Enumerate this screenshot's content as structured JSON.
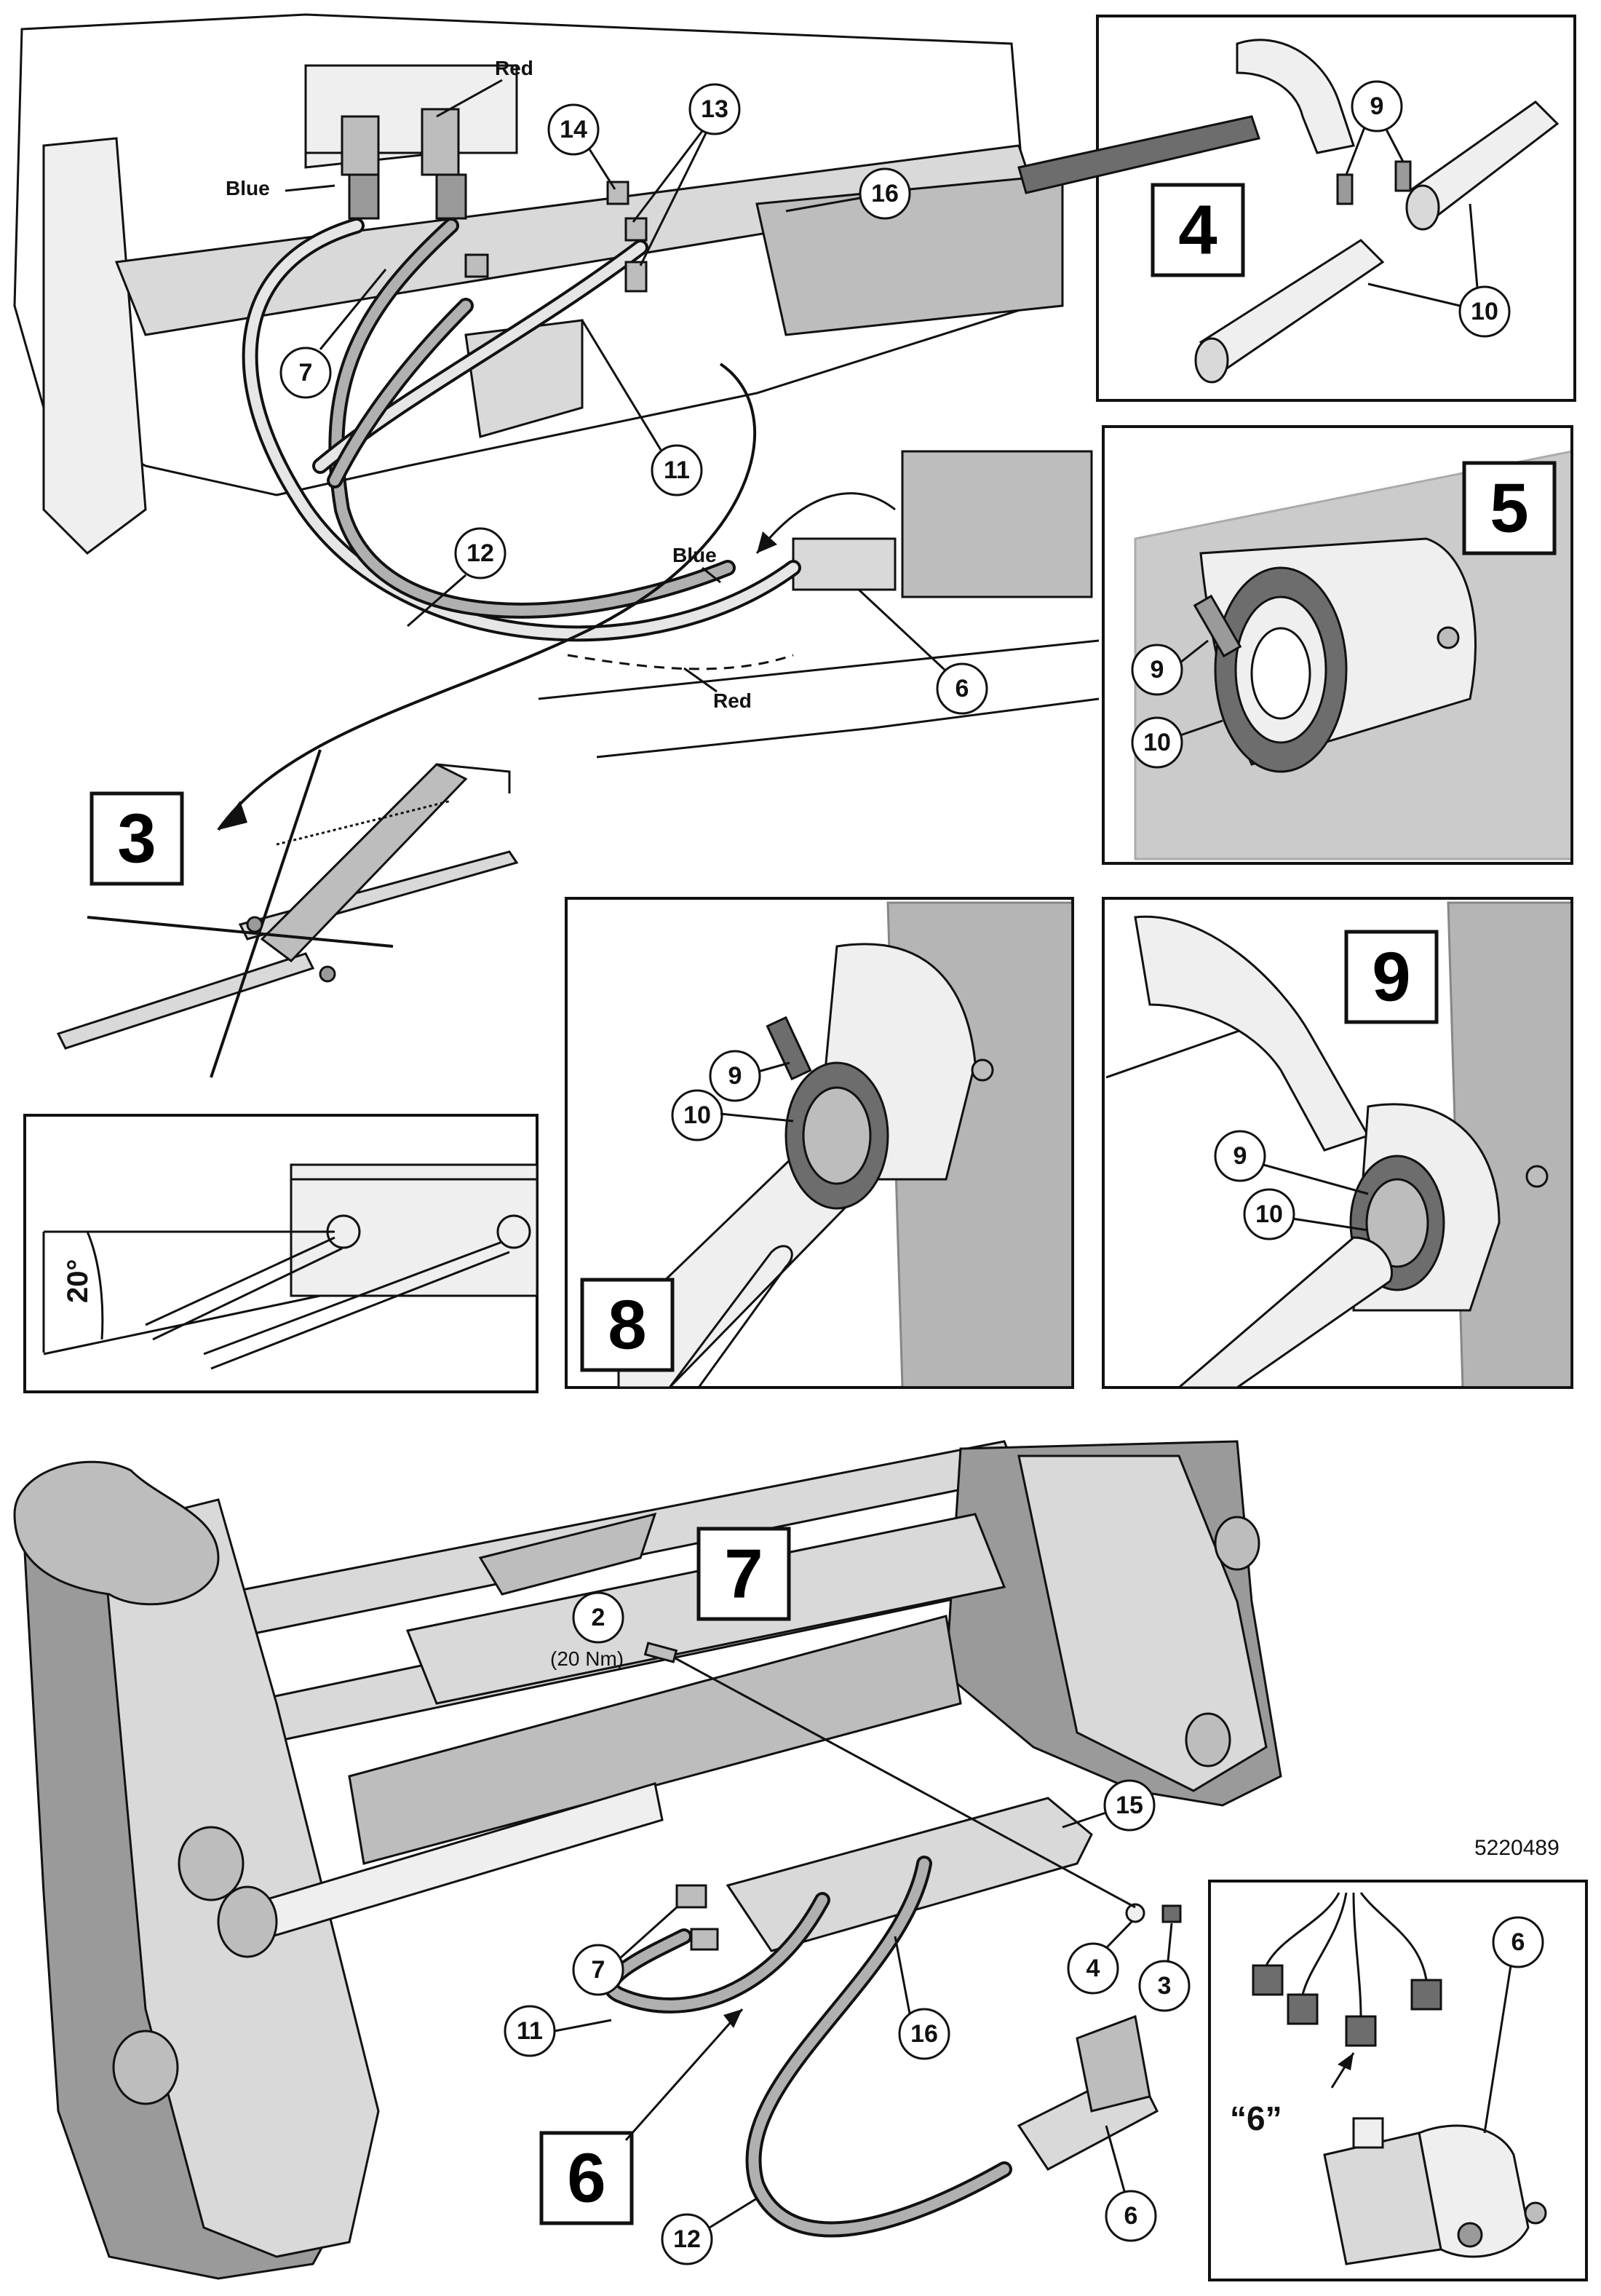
{
  "document_id": "5220489",
  "colors": {
    "line": "#111111",
    "panel_border": "#111111",
    "background": "#ffffff"
  },
  "steps": {
    "s3": "3",
    "s4": "4",
    "s5": "5",
    "s6": "6",
    "s7": "7",
    "s8": "8",
    "s9": "9"
  },
  "callouts": {
    "c2": "2",
    "c3": "3",
    "c4": "4",
    "c6": "6",
    "c7": "7",
    "c9": "9",
    "c10": "10",
    "c11": "11",
    "c12": "12",
    "c13": "13",
    "c14": "14",
    "c15": "15",
    "c16": "16"
  },
  "text": {
    "red": "Red",
    "blue": "Blue",
    "torque": "(20 Nm)",
    "angle": "20°",
    "connector_6": "“6”"
  }
}
